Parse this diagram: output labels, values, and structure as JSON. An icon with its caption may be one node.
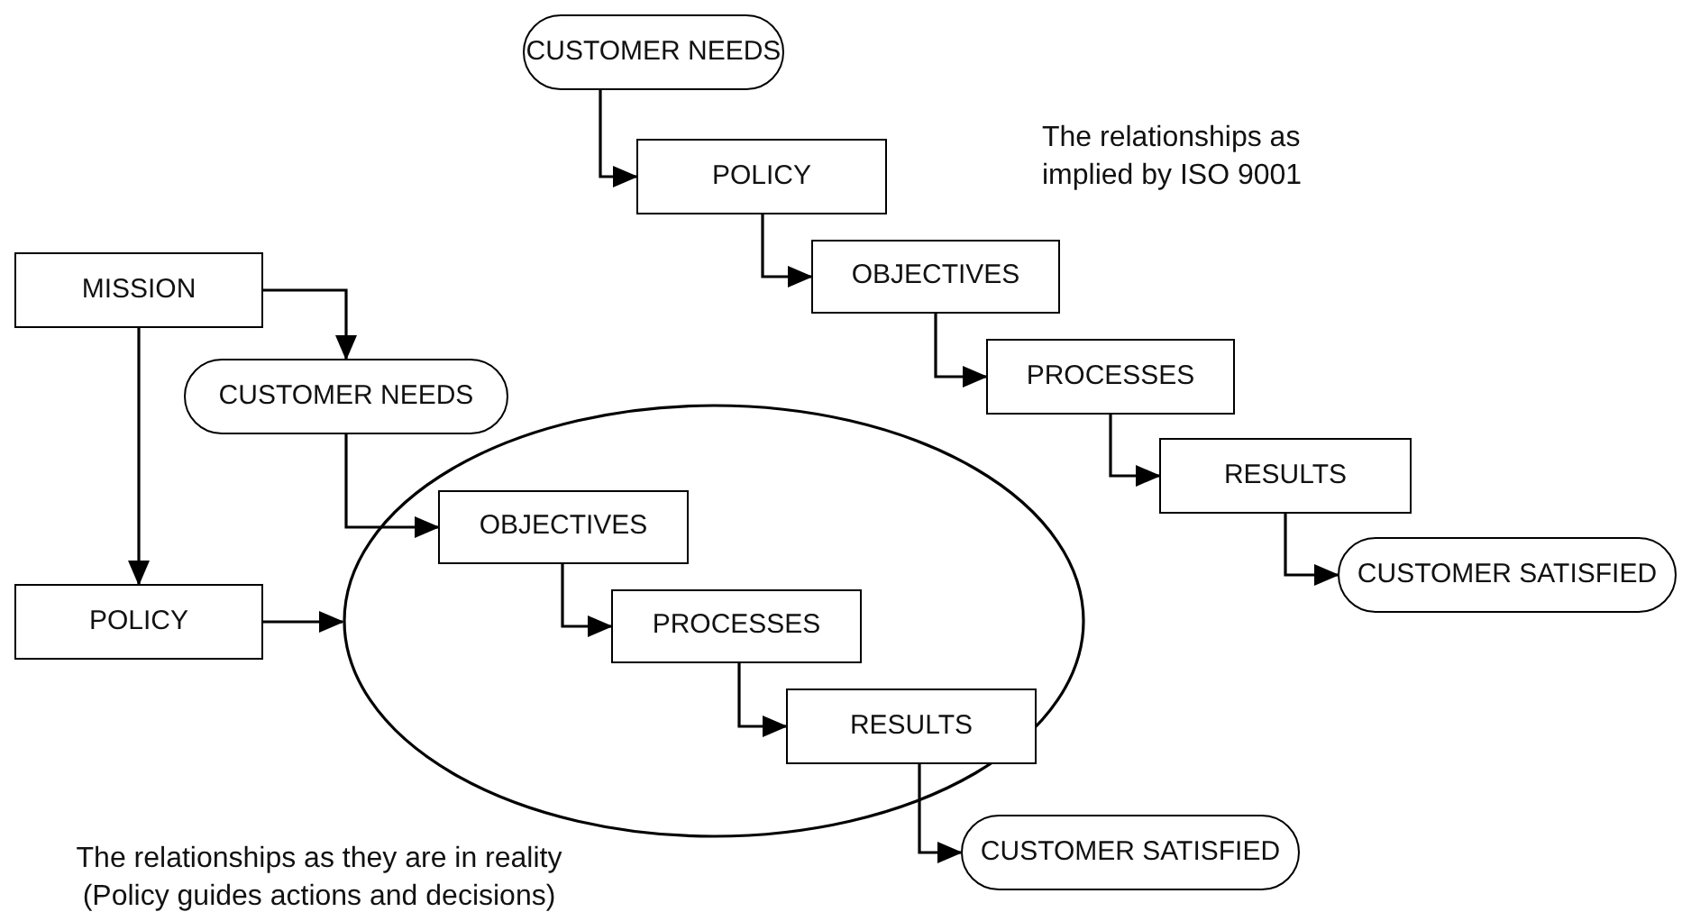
{
  "diagram": {
    "nodes": [
      {
        "text": [
          "CUSTOMER NEEDS"
        ]
      },
      {
        "text": [
          "POLICY"
        ]
      },
      {
        "text": [
          "OBJECTIVES"
        ]
      },
      {
        "text": [
          "PROCESSES"
        ]
      },
      {
        "text": [
          "RESULTS"
        ]
      },
      {
        "text": [
          "CUSTOMER SATISFIED"
        ]
      },
      {
        "text": [
          "MISSION"
        ]
      },
      {
        "text": [
          "CUSTOMER NEEDS"
        ]
      },
      {
        "text": [
          "POLICY"
        ]
      },
      {
        "text": [],
        "shape": "ellipse"
      },
      {
        "text": [
          "OBJECTIVES"
        ],
        "in": 9
      },
      {
        "text": [
          "PROCESSES"
        ],
        "in": 9
      },
      {
        "text": [
          "RESULTS"
        ],
        "in": 9
      },
      {
        "text": [
          "CUSTOMER SATISFIED"
        ]
      }
    ],
    "edges": [
      {
        "from": 0,
        "to": 1,
        "arrow": "to"
      },
      {
        "from": 1,
        "to": 2,
        "arrow": "to"
      },
      {
        "from": 2,
        "to": 3,
        "arrow": "to"
      },
      {
        "from": 3,
        "to": 4,
        "arrow": "to"
      },
      {
        "from": 4,
        "to": 5,
        "arrow": "to"
      },
      {
        "from": 6,
        "to": 7,
        "arrow": "to"
      },
      {
        "from": 6,
        "to": 8,
        "arrow": "to"
      },
      {
        "from": 7,
        "to": 10,
        "arrow": "to"
      },
      {
        "from": 8,
        "to": 9,
        "arrow": "to"
      },
      {
        "from": 10,
        "to": 11,
        "arrow": "to"
      },
      {
        "from": 11,
        "to": 12,
        "arrow": "to"
      },
      {
        "from": 12,
        "to": 13,
        "arrow": "to"
      }
    ],
    "labels": [
      "The relationships as implied by ISO 9001",
      "The relationships as they are in reality",
      "(Policy guides actions and decisions)"
    ]
  }
}
